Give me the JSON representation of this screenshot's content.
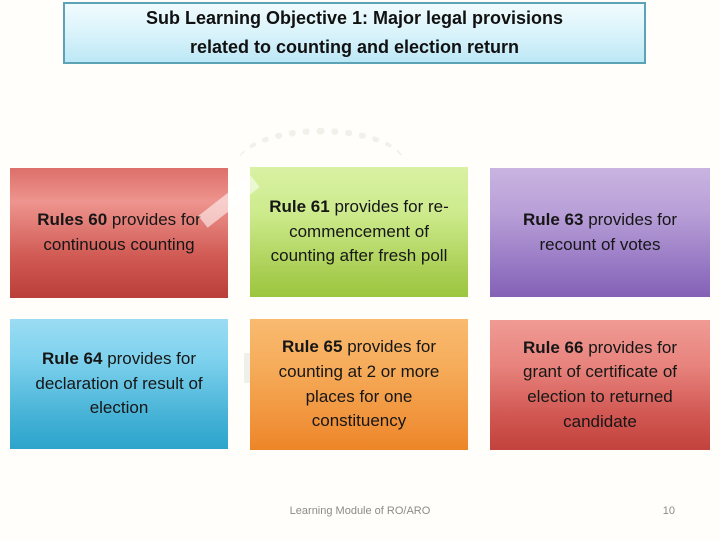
{
  "title": "Sub Learning Objective 1: Major legal provisions related to counting and election return",
  "cards": [
    {
      "rule": "Rules 60",
      "rest": " provides for continuous counting",
      "color_top": "#ee948e",
      "color_bottom": "#ba3e39"
    },
    {
      "rule": "Rule 61",
      "rest": " provides for re-commencement of counting after fresh poll",
      "color_top": "#d9f1a4",
      "color_bottom": "#9cc63f"
    },
    {
      "rule": "Rule 63",
      "rest": " provides for recount of votes",
      "color_top": "#c9b4e1",
      "color_bottom": "#8460b6"
    },
    {
      "rule": "Rule 64",
      "rest": " provides for declaration of result of election",
      "color_top": "#9bdcf3",
      "color_bottom": "#2da4cc"
    },
    {
      "rule": "Rule 65",
      "rest": " provides for counting at 2 or more places for one constituency",
      "color_top": "#f9ba70",
      "color_bottom": "#ed8527"
    },
    {
      "rule": "Rule 66",
      "rest": " provides for grant of certificate of election to returned candidate",
      "color_top": "#f09a94",
      "color_bottom": "#c2423d"
    }
  ],
  "footer": {
    "text": "Learning Module of RO/ARO",
    "page_number": "10"
  },
  "colors": {
    "title_fill_top": "#f0fbfe",
    "title_fill_bottom": "#bde8f6",
    "title_border": "#5ba3b5",
    "card_text": "#161616",
    "footer_text": "#8b8b87",
    "background": "#fffefb"
  },
  "decor": {
    "watermark": "faint-scalloped-emblem-arc"
  }
}
